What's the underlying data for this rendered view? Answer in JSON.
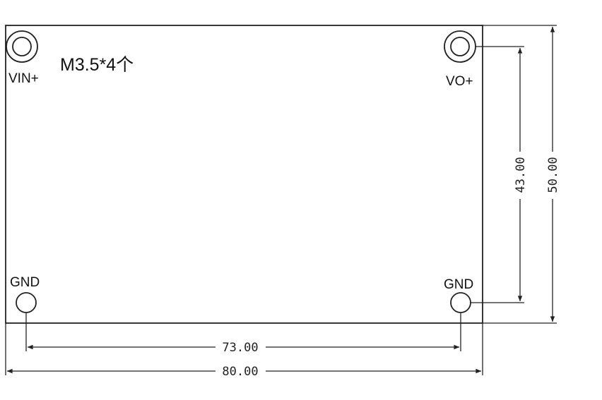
{
  "board": {
    "mount_note": "M3.5*4个",
    "pins": {
      "vin_plus": "VIN+",
      "vo_plus": "VO+",
      "gnd_left": "GND",
      "gnd_right": "GND"
    }
  },
  "dimensions": {
    "hole_spacing_horizontal": "73.00",
    "board_width": "80.00",
    "hole_spacing_vertical": "43.00",
    "board_height": "50.00"
  },
  "colors": {
    "line": "#222222",
    "background": "#ffffff"
  }
}
